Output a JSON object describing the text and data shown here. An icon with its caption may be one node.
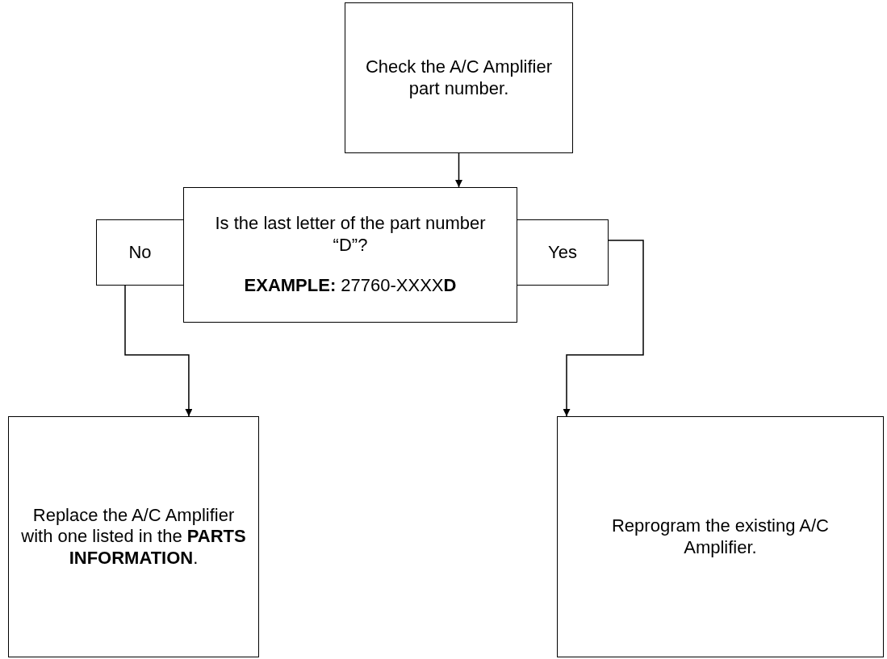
{
  "diagram": {
    "nodes": [
      {
        "text": [
          "Check the A/C Amplifier part number."
        ]
      },
      {
        "text": [
          "Is the last letter of the part number “D”?",
          "**EXAMPLE:** 27760-XXXX**D**"
        ]
      },
      {
        "text": [
          "No"
        ]
      },
      {
        "text": [
          "Yes"
        ]
      },
      {
        "text": [
          "Replace the A/C Amplifier with one listed in the **PARTS INFORMATION**."
        ]
      },
      {
        "text": [
          "Reprogram the existing A/C Amplifier."
        ]
      }
    ],
    "edges": [
      {
        "from": 0,
        "to": 1,
        "arrow": "to"
      },
      {
        "from": 2,
        "to": 4,
        "arrow": "to"
      },
      {
        "from": 3,
        "to": 5,
        "arrow": "to"
      }
    ]
  }
}
